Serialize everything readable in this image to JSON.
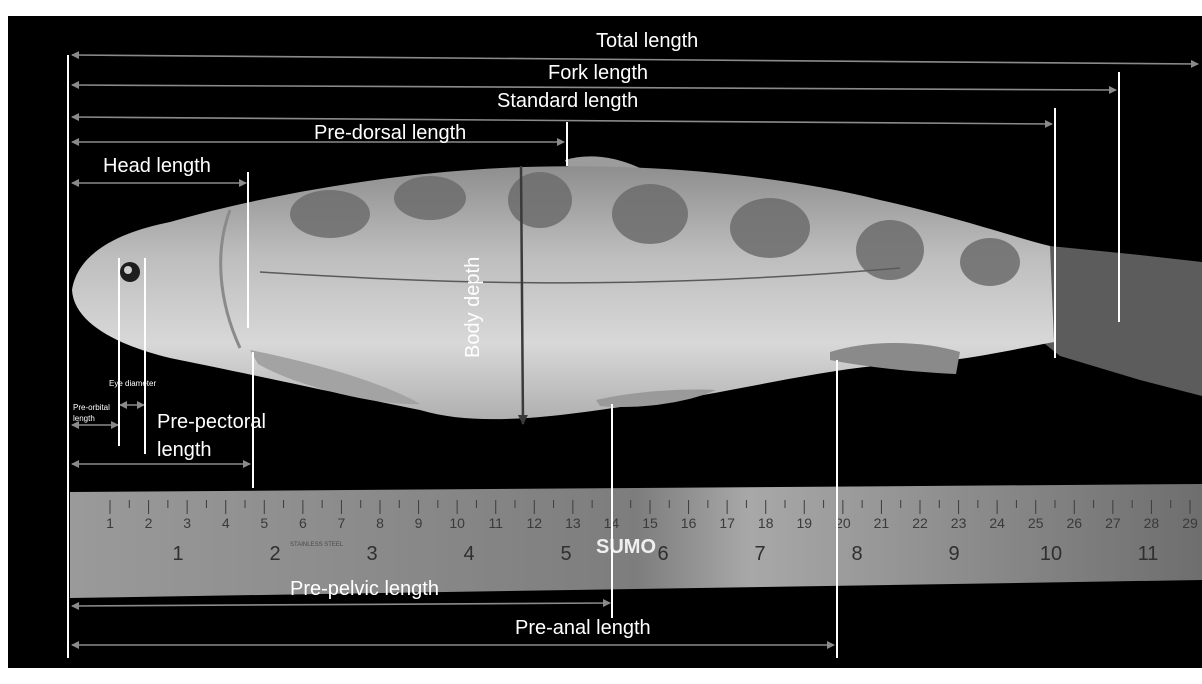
{
  "labels": {
    "total_length": "Total length",
    "fork_length": "Fork length",
    "standard_length": "Standard length",
    "pre_dorsal_length": "Pre-dorsal length",
    "head_length": "Head length",
    "body_depth": "Body depth",
    "eye_diameter": "Eye diameter",
    "pre_orbital_line1": "Pre-orbital",
    "pre_orbital_line2": "length",
    "pre_pectoral_line1": "Pre-pectoral",
    "pre_pectoral_line2": "length",
    "pre_pelvic_length": "Pre-pelvic length",
    "pre_anal_length": "Pre-anal length"
  },
  "ruler": {
    "top_numbers": [
      "1",
      "2",
      "3",
      "4",
      "5",
      "6",
      "7",
      "8",
      "9",
      "10",
      "11",
      "12",
      "13",
      "14",
      "15",
      "16",
      "17",
      "18",
      "19",
      "20",
      "21",
      "22",
      "23",
      "24",
      "25",
      "26",
      "27",
      "28",
      "29"
    ],
    "bottom_numbers": [
      "1",
      "2",
      "3",
      "4",
      "5",
      "6",
      "7",
      "8",
      "9",
      "10",
      "11"
    ],
    "brand": "SUMO",
    "stamp": "STAINLESS STEEL"
  },
  "colors": {
    "background": "#000000",
    "page": "#ffffff",
    "line": "#ffffff",
    "arrow": "#8a8a8a",
    "body_depth_arrow": "#3a3a3a",
    "fish_body": "#d4d4d4",
    "fish_dark": "#7a7a7a",
    "ruler": "#8c8c8c"
  }
}
